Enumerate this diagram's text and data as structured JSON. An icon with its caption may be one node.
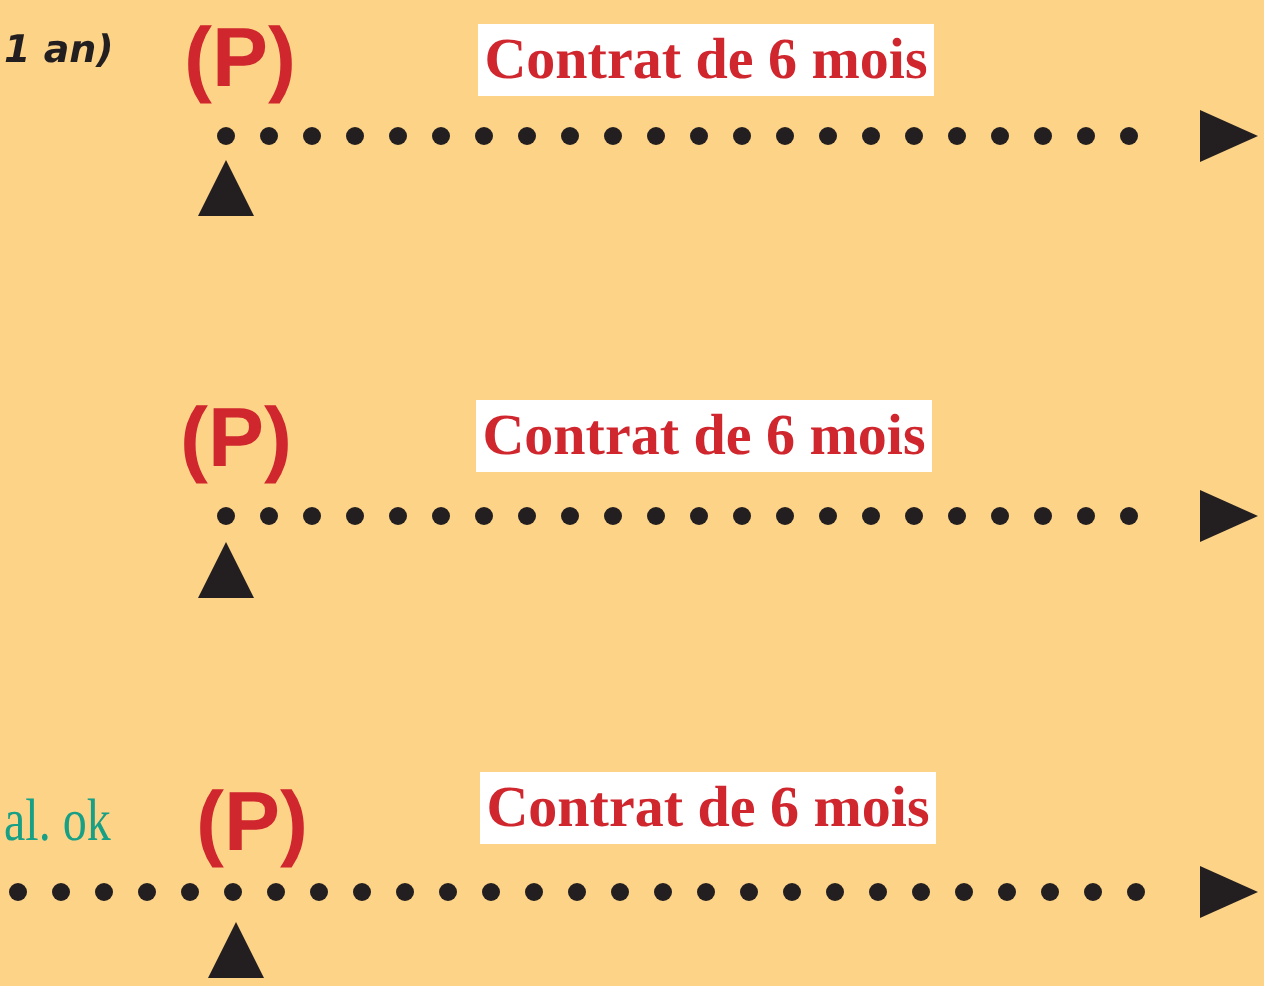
{
  "diagram": {
    "labels": [
      "1 an)",
      "(P)",
      "Contrat de 6 mois",
      "(P)",
      "Contrat de 6 mois",
      "al. ok",
      "(P)",
      "Contrat de 6 mois"
    ]
  }
}
